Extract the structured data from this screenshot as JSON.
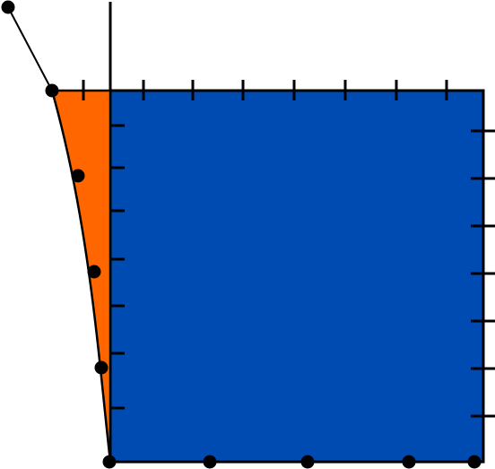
{
  "diagram": {
    "colors": {
      "square_fill": "#004BB2",
      "wedge_fill": "#FF6600",
      "stroke": "#000000",
      "background": "#FFFFFF"
    },
    "shapes": [
      {
        "id": "blue-square",
        "kind": "square",
        "fill_color_key": "square_fill"
      },
      {
        "id": "orange-wedge",
        "kind": "curved-triangle",
        "fill_color_key": "wedge_fill"
      }
    ],
    "tick_groups": {
      "top_edge": 8,
      "left_edge": 7,
      "right_edge": 7
    },
    "points": {
      "bottom_edge": 5,
      "left_curve": 5,
      "outer": 1
    }
  }
}
